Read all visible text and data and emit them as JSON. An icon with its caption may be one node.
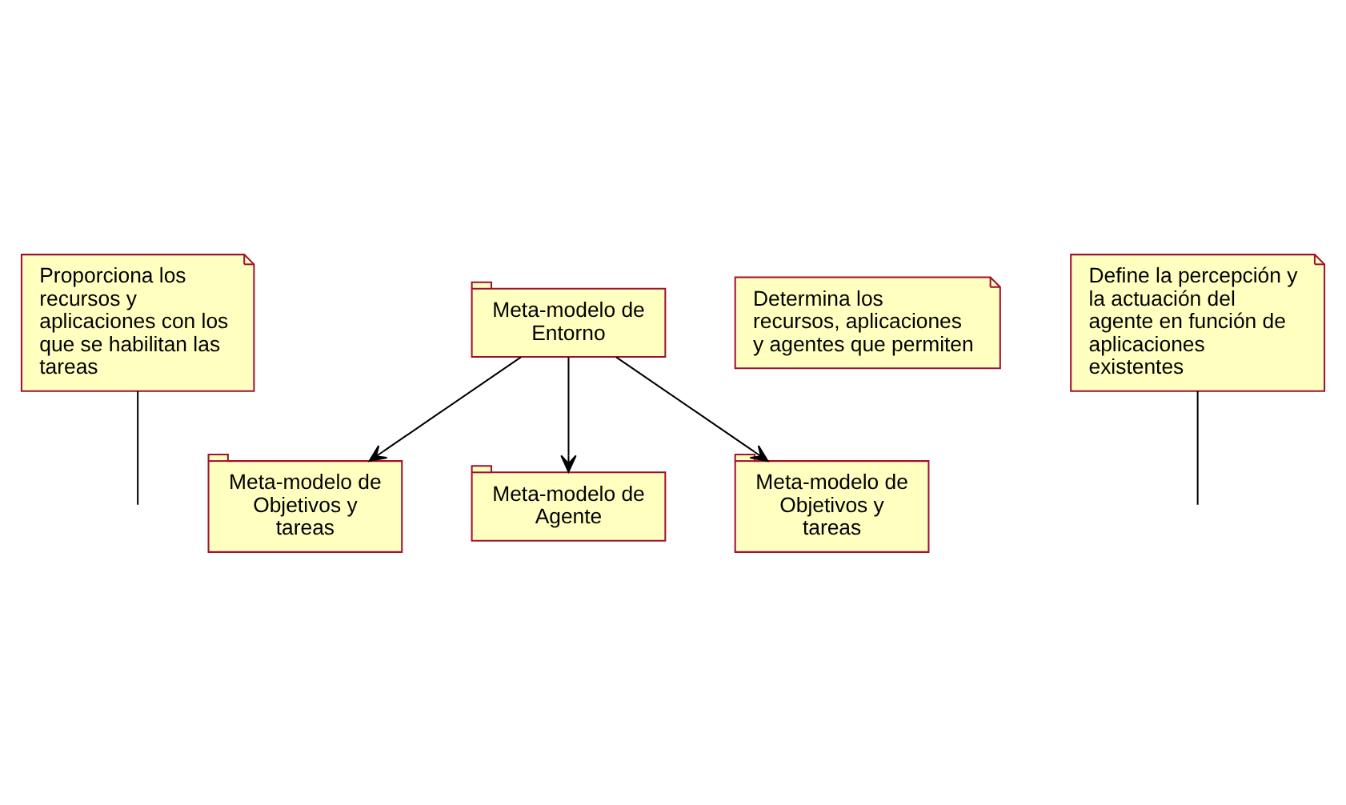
{
  "diagram": {
    "nodes": [
      {
        "text": [
          "Proporciona los recursos y aplicaciones con los que se habilitan las tareas"
        ]
      },
      {
        "text": [
          "Meta-modelo de Objetivos y tareas"
        ]
      },
      {
        "text": [
          "Meta-modelo de Entorno"
        ]
      },
      {
        "text": [
          "Meta-modelo de Agente"
        ]
      },
      {
        "text": [
          "Determina los recursos, aplicaciones y agentes que permiten"
        ]
      },
      {
        "text": [
          "Meta-modelo de Objetivos y tareas"
        ]
      },
      {
        "text": [
          "Define la percepción y la actuación del agente en función de aplicaciones existentes"
        ]
      }
    ],
    "edges": [
      {
        "from": 2,
        "to": 1,
        "arrow": "to"
      },
      {
        "from": 2,
        "to": 3,
        "arrow": "to"
      },
      {
        "from": 2,
        "to": 5,
        "arrow": "to"
      },
      {
        "from": 0,
        "to": null,
        "arrow": "none"
      },
      {
        "from": 6,
        "to": null,
        "arrow": "none"
      }
    ]
  }
}
